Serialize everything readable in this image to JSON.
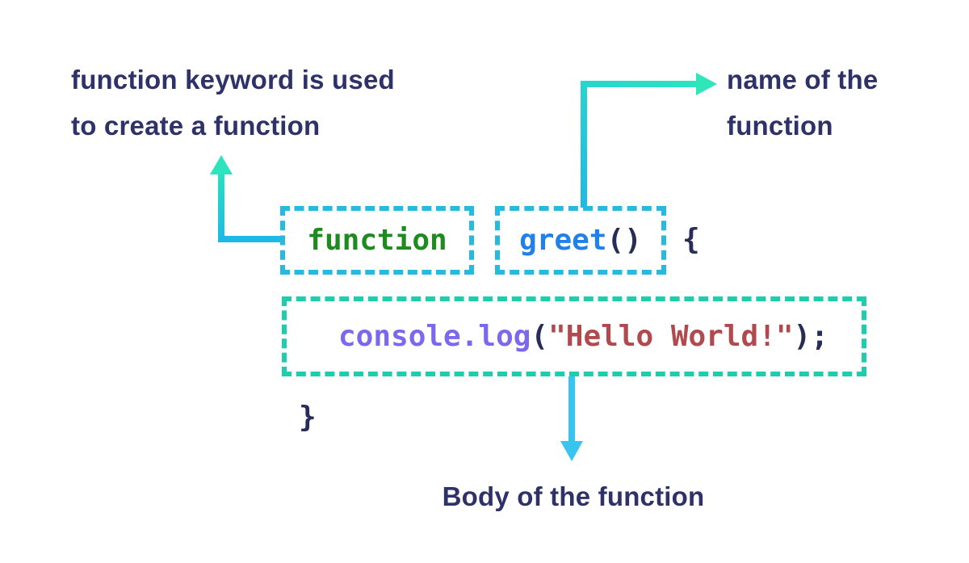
{
  "annotations": {
    "keyword": {
      "line1": "function keyword is used",
      "line2": "to create a function"
    },
    "name": {
      "line1": "name of the",
      "line2": "function"
    },
    "body": {
      "label": "Body of the function"
    }
  },
  "code": {
    "keyword": "function",
    "fn_name": "greet",
    "parens": "()",
    "open_brace": "{",
    "body_fn": "console.log",
    "body_open_paren": "(",
    "body_string": "\"Hello World!\"",
    "body_close": ");",
    "close_brace": "}"
  },
  "colors": {
    "background": "#ffffff",
    "annotation_text": "#2f3268",
    "code_keyword_green": "#1e8b1e",
    "code_name_blue": "#2180ea",
    "code_punct_navy": "#272c58",
    "code_builtin_purple": "#7b68ee",
    "code_string_red": "#b04a4e",
    "keyword_name_box_border": "#26bade",
    "body_box_border": "#1fccae",
    "arrow_cyan": "#1fb9e6",
    "arrow_turquoise": "#2de4be"
  }
}
